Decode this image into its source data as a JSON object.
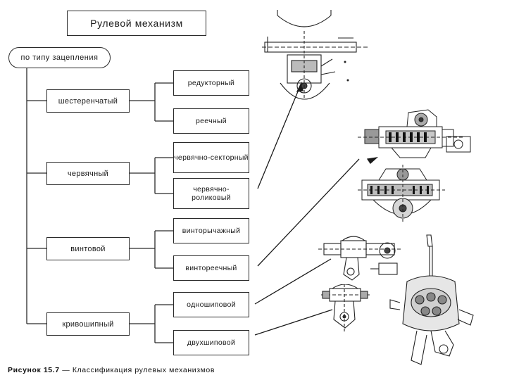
{
  "diagram": {
    "title": "Рулевой механизм",
    "root": "по типу зацепления",
    "categories": [
      {
        "label": "шестеренчатый",
        "subtypes": [
          "редукторный",
          "реечный"
        ]
      },
      {
        "label": "червячный",
        "subtypes": [
          "червячно-секторный",
          "червячно-роликовый"
        ]
      },
      {
        "label": "винтовой",
        "subtypes": [
          "винторычажный",
          "винтореечный"
        ]
      },
      {
        "label": "кривошипный",
        "subtypes": [
          "одношиповой",
          "двухшиповой"
        ]
      }
    ]
  },
  "caption": {
    "lead": "Рисунок 15.7",
    "text": " — Классификация рулевых механизмов"
  },
  "illustrations": [
    "gear-mechanism-drawing",
    "worm-sector-drawing",
    "worm-roller-drawing",
    "screw-lever-drawing",
    "single-pin-crank-drawing",
    "double-pin-crank-drawing"
  ]
}
